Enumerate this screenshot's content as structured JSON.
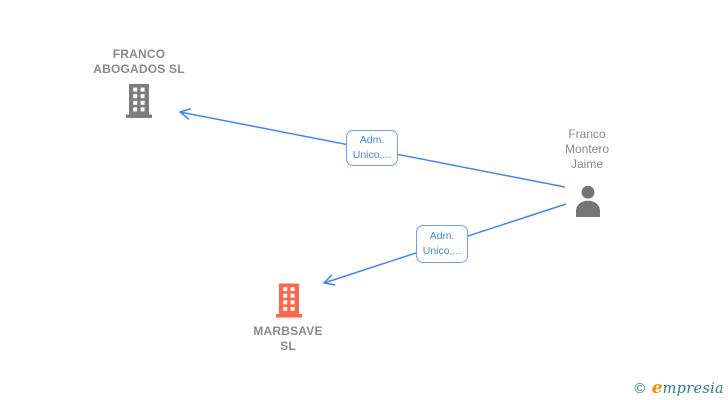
{
  "canvas": {
    "background": "#ffffff"
  },
  "colors": {
    "edge_blue": "#4285f4",
    "edge_label_text": "#4285f4",
    "edge_label_border": "#6ba0f6",
    "node_text_gray": "#8a8a8a",
    "company_icon_gray": "#7d7d7d",
    "person_icon_gray": "#757575",
    "company_icon_orange": "#fa694b",
    "watermark_teal": "#2a7f8e",
    "watermark_orange": "#f39200"
  },
  "nodes": {
    "franco_abogados": {
      "type": "company",
      "icon": "building-icon",
      "line1": "FRANCO",
      "line2": "ABOGADOS SL"
    },
    "person": {
      "type": "person",
      "icon": "user-icon",
      "line1": "Franco",
      "line2": "Montero",
      "line3": "Jaime"
    },
    "marbsave": {
      "type": "company",
      "icon": "building-icon",
      "line1": "MARBSAVE",
      "line2": "SL"
    }
  },
  "edges": {
    "person_to_franco_abogados": {
      "label_line1": "Adm.",
      "label_line2": "Unico,..."
    },
    "person_to_marbsave": {
      "label_line1": "Adm.",
      "label_line2": "Unico,..."
    }
  },
  "watermark": {
    "symbol": "©",
    "initial": "e",
    "rest": "mpresia"
  }
}
